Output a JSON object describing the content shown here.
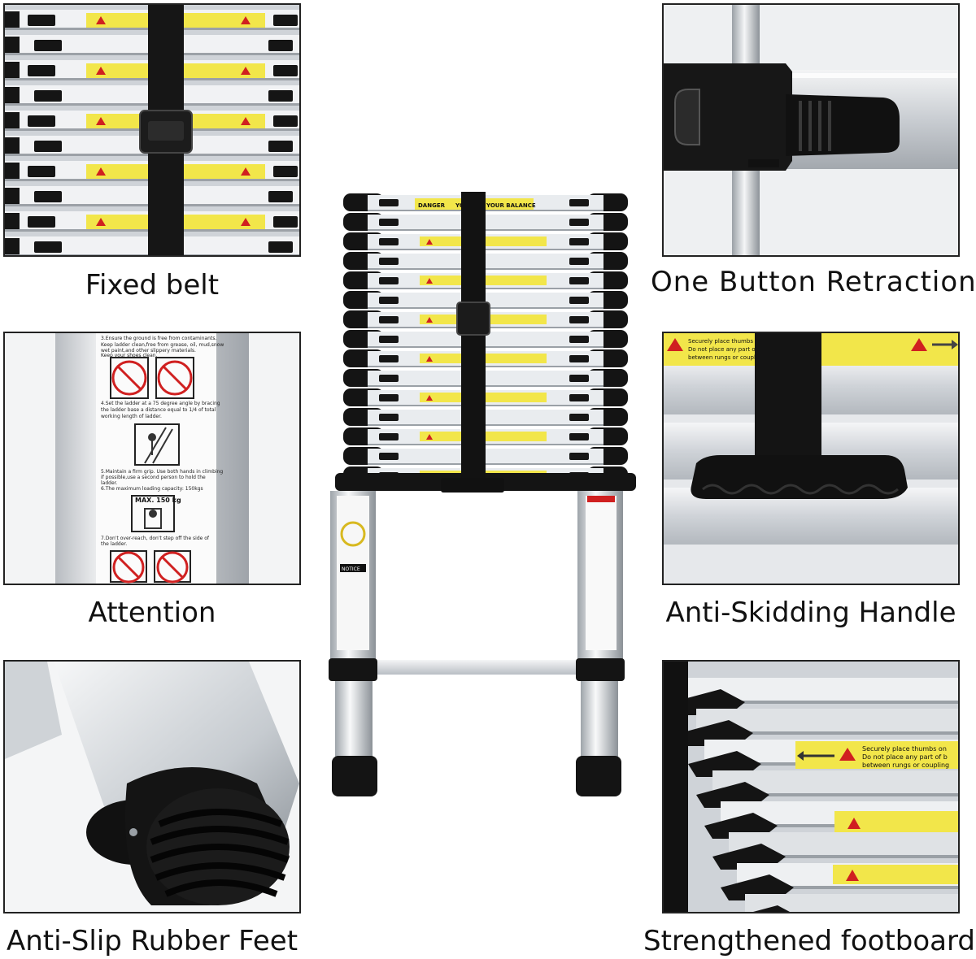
{
  "captions": {
    "fixed_belt": "Fixed belt",
    "one_button": "One Button Retraction",
    "attention": "Attention",
    "anti_skid_handle": "Anti-Skidding Handle",
    "rubber_feet": "Anti-Slip Rubber Feet",
    "footboard": "Strengthened footboard"
  },
  "warning_label": {
    "line1": "Securely place thumbs on",
    "line2": "Do not place any part of b",
    "line3": "between rungs or coupling"
  },
  "danger_label": {
    "left": "DANGER",
    "middle": "YOU",
    "right": "YOUR BALANCE"
  },
  "attention_sheet": {
    "step3_line1": "3.Ensure the ground is free from contaminants.",
    "step3_line2": "Keep ladder clean,free from grease, oil, mud,snow",
    "step3_line3": "wet paint,and other slippery materials.",
    "step3_line4": "Keep your shoes clean.",
    "step4_line1": "4.Set the ladder at a 75 degree angle by bracing",
    "step4_line2": "the ladder base a distance equal to 1/4 of total",
    "step4_line3": "working length of ladder.",
    "step5_line1": "5.Maintain a firm grip. Use both hands in climbing",
    "step5_line2": "if possible,use a second person to hold the",
    "step5_line3": "ladder.",
    "step6": "6.The maximum loading capacity: 150kgs",
    "max_load": "MAX. 150 kg",
    "step7_line1": "7.Don't over-reach, don't step off the side of",
    "step7_line2": "the ladder."
  },
  "notice_label": "NOTICE",
  "colors": {
    "warning_yellow": "#f2e64a",
    "rubber_black": "#151515",
    "aluminium": "#d9dde2",
    "caution_red": "#d02020"
  }
}
